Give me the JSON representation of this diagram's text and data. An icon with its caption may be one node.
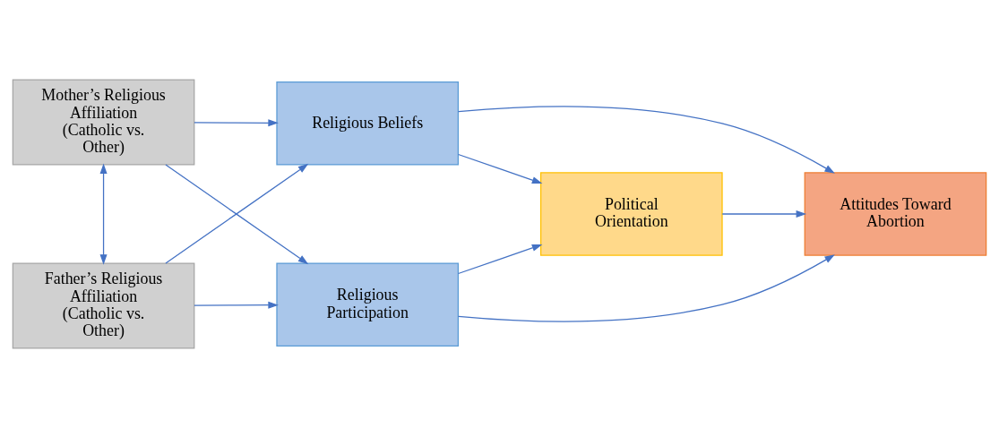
{
  "diagram": {
    "nodes": [
      {
        "text": [
          "Mother’s Religious Affiliation",
          "(Catholic vs. Other)"
        ]
      },
      {
        "text": [
          "Religious Beliefs"
        ]
      },
      {
        "text": [
          "Political Orientation"
        ]
      },
      {
        "text": [
          "Attitudes Toward Abortion"
        ]
      },
      {
        "text": [
          "Father’s Religious Affiliation",
          "(Catholic vs. Other)"
        ]
      },
      {
        "text": [
          "Religious Participation"
        ]
      }
    ],
    "edges": [
      {
        "from": 0,
        "to": 1,
        "arrow": "to"
      },
      {
        "from": 0,
        "to": 5,
        "arrow": "to"
      },
      {
        "from": 0,
        "to": 4,
        "arrow": "both"
      },
      {
        "from": 4,
        "to": 1,
        "arrow": "to"
      },
      {
        "from": 4,
        "to": 5,
        "arrow": "to"
      },
      {
        "from": 1,
        "to": 2,
        "arrow": "to"
      },
      {
        "from": 1,
        "to": 3,
        "arrow": "to"
      },
      {
        "from": 5,
        "to": 2,
        "arrow": "to"
      },
      {
        "from": 5,
        "to": 3,
        "arrow": "to"
      },
      {
        "from": 2,
        "to": 3,
        "arrow": "to"
      }
    ]
  }
}
